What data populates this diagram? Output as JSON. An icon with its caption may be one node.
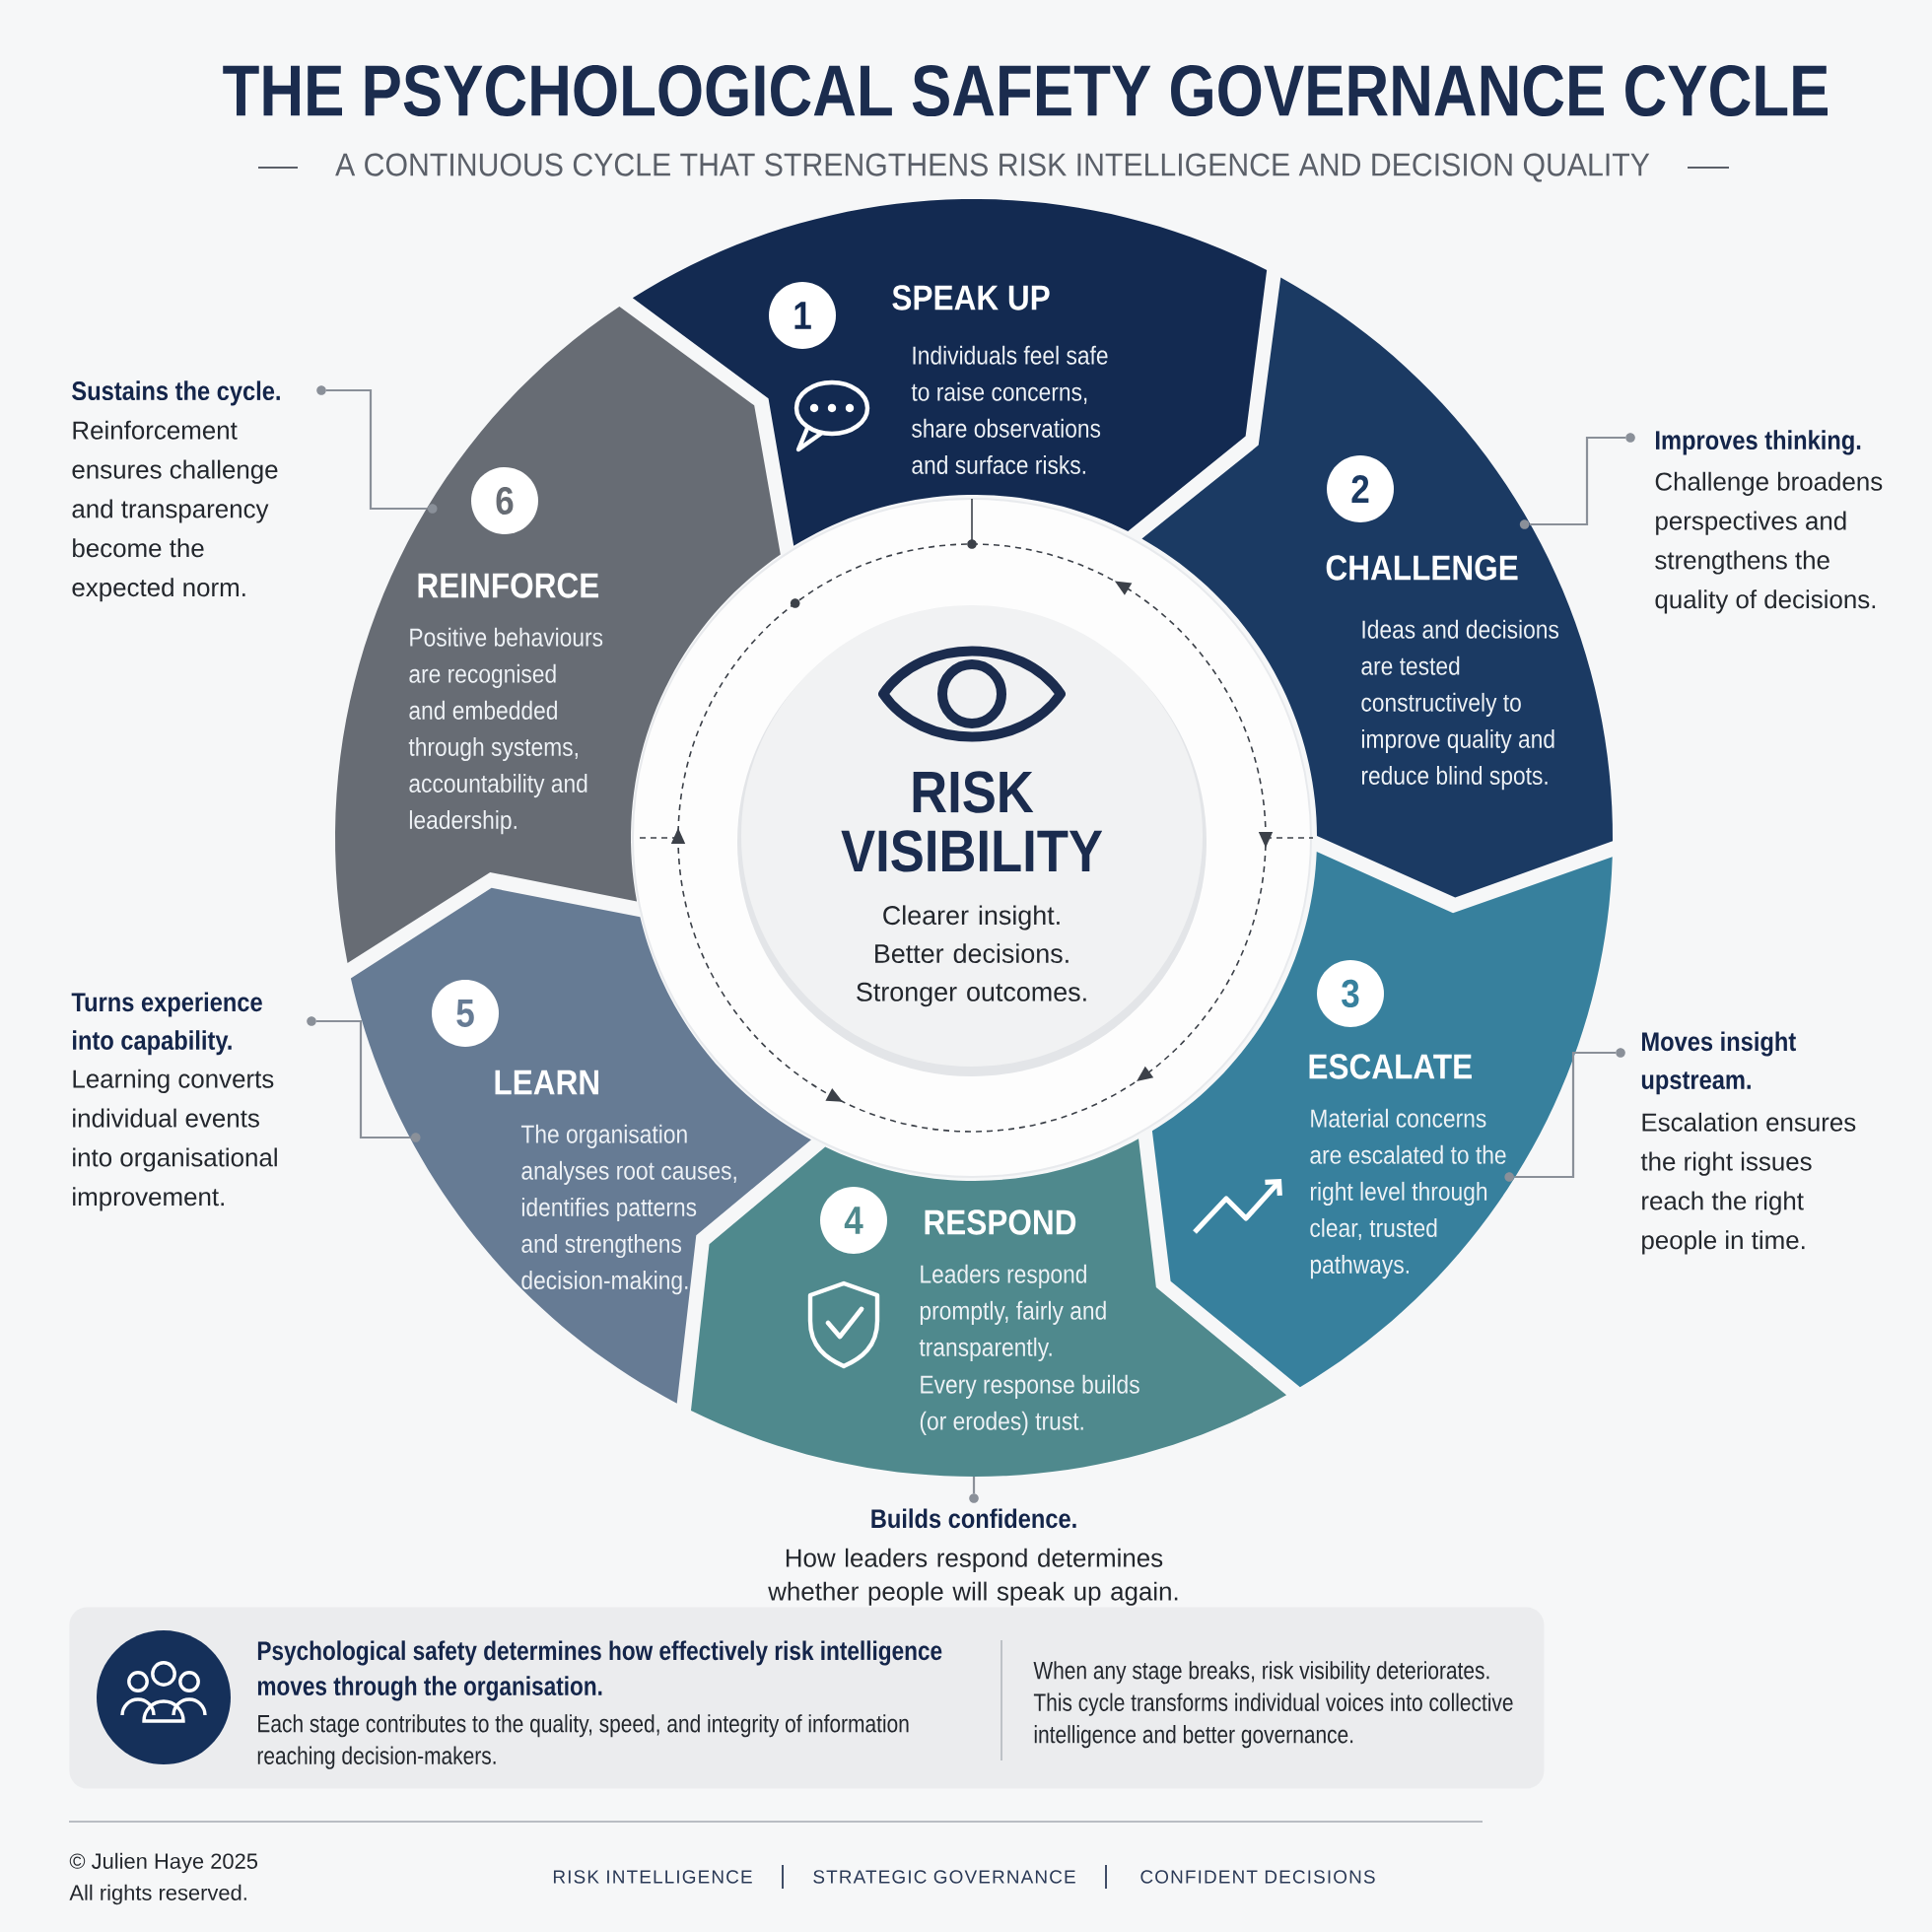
{
  "diagram": {
    "title": "THE PSYCHOLOGICAL SAFETY GOVERNANCE CYCLE",
    "nodes": [
      {
        "text": [
          "SPEAK UP",
          "Individuals feel safe to raise concerns, share observations and surface risks."
        ]
      },
      {
        "text": [
          "1"
        ],
        "in": 0
      },
      {
        "text": [
          "CHALLENGE",
          "Ideas and decisions are tested constructively to improve quality and reduce blind spots."
        ]
      },
      {
        "text": [
          "2"
        ],
        "in": 2
      },
      {
        "text": [
          "ESCALATE",
          "Material concerns are escalated to the right level through clear, trusted pathways."
        ]
      },
      {
        "text": [
          "3"
        ],
        "in": 4
      },
      {
        "text": [
          "RESPOND",
          "Leaders respond promptly, fairly and transparently.",
          "Every response builds (or erodes) trust."
        ]
      },
      {
        "text": [
          "4"
        ],
        "in": 6
      },
      {
        "text": [
          "LEARN",
          "The organisation analyses root causes, identifies patterns and strengthens decision-making."
        ]
      },
      {
        "text": [
          "5"
        ],
        "in": 8
      },
      {
        "text": [
          "REINFORCE",
          "Positive behaviours are recognised and embedded through systems, accountability and leadership."
        ]
      },
      {
        "text": [
          "6"
        ],
        "in": 10
      },
      {
        "text": [
          "RISK VISIBILITY",
          "Clearer insight. Better decisions. Stronger outcomes."
        ]
      },
      {
        "text": [
          "Sustains the cycle.",
          "Reinforcement ensures challenge and transparency become the expected norm."
        ]
      },
      {
        "text": [
          "Improves thinking.",
          "Challenge broadens perspectives and strengthens the quality of decisions."
        ]
      },
      {
        "text": [
          "Turns experience into capability.",
          "Learning converts individual events into organisational improvement."
        ]
      },
      {
        "text": [
          "Moves insight upstream.",
          "Escalation ensures the right issues reach the right people in time."
        ]
      },
      {
        "text": [
          "Builds confidence.",
          "How leaders respond determines whether people will speak up again."
        ]
      },
      {
        "text": [
          "Psychological safety determines how effectively risk intelligence moves through the organisation.",
          "Each stage contributes to the quality, speed, and integrity of information reaching decision-makers.",
          "When any stage breaks, risk visibility deteriorates. This cycle transforms individual voices into collective intelligence and better governance."
        ]
      },
      {
        "text": [],
        "shape": "circle",
        "in": 10
      },
      {
        "text": [],
        "shape": "circle",
        "in": 2
      },
      {
        "text": [],
        "shape": "circle",
        "in": 8
      },
      {
        "text": [],
        "shape": "circle",
        "in": 4
      }
    ],
    "edges": [
      {
        "from": 13,
        "to": 19,
        "arrow": "none"
      },
      {
        "from": 14,
        "to": 20,
        "arrow": "none"
      },
      {
        "from": 15,
        "to": 21,
        "arrow": "none"
      },
      {
        "from": 16,
        "to": 22,
        "arrow": "none"
      },
      {
        "from": 17,
        "to": 6,
        "arrow": "none"
      }
    ],
    "labels": [
      "A CONTINUOUS CYCLE THAT STRENGTHENS RISK INTELLIGENCE AND DECISION QUALITY",
      "© Julien Haye 2025",
      "All rights reserved.",
      "RISK INTELLIGENCE",
      "STRATEGIC GOVERNANCE",
      "CONFIDENT DECISIONS"
    ]
  }
}
